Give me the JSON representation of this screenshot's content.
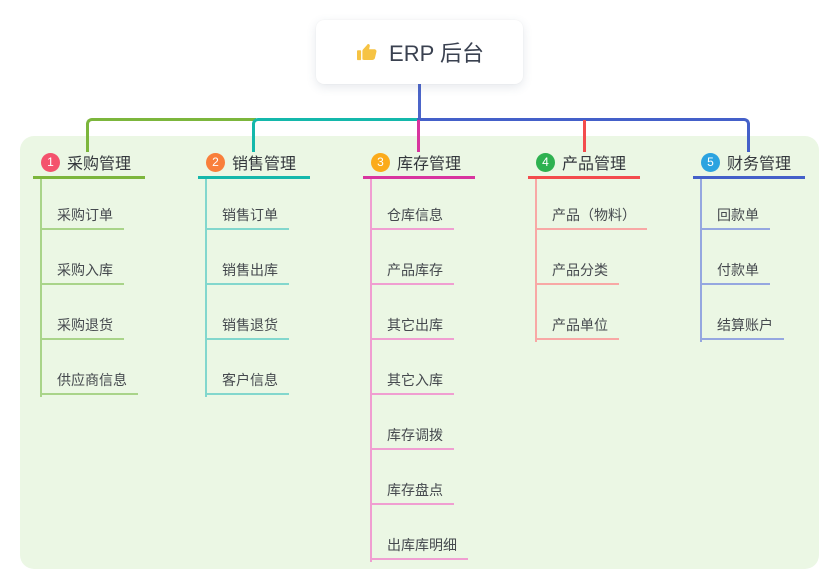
{
  "root": {
    "label": "ERP 后台",
    "icon": "thumbs-up"
  },
  "palette": {
    "panel_background": "#ebf7e4",
    "root_connector": "#4c65c9",
    "root_text": "#3a4150",
    "child_text": "#45494e"
  },
  "branches": [
    {
      "index": "1",
      "label": "采购管理",
      "colors": {
        "main": "#7cb63c",
        "light": "#a9d489",
        "badge": "#f4526d"
      },
      "children": [
        "采购订单",
        "采购入库",
        "采购退货",
        "供应商信息"
      ]
    },
    {
      "index": "2",
      "label": "销售管理",
      "colors": {
        "main": "#14b8ab",
        "light": "#82d7cd",
        "badge": "#f97f3b"
      },
      "children": [
        "销售订单",
        "销售出库",
        "销售退货",
        "客户信息"
      ]
    },
    {
      "index": "3",
      "label": "库存管理",
      "colors": {
        "main": "#d8359f",
        "light": "#f09ed1",
        "badge": "#fbab1b"
      },
      "children": [
        "仓库信息",
        "产品库存",
        "其它出库",
        "其它入库",
        "库存调拨",
        "库存盘点",
        "出库库明细"
      ]
    },
    {
      "index": "4",
      "label": "产品管理",
      "colors": {
        "main": "#f34c4d",
        "light": "#f8a8a5",
        "badge": "#2eb150"
      },
      "children": [
        "产品（物料）",
        "产品分类",
        "产品单位"
      ]
    },
    {
      "index": "5",
      "label": "财务管理",
      "colors": {
        "main": "#4460c9",
        "light": "#95a7e0",
        "badge": "#2ba3e0"
      },
      "children": [
        "回款单",
        "付款单",
        "结算账户"
      ]
    }
  ]
}
